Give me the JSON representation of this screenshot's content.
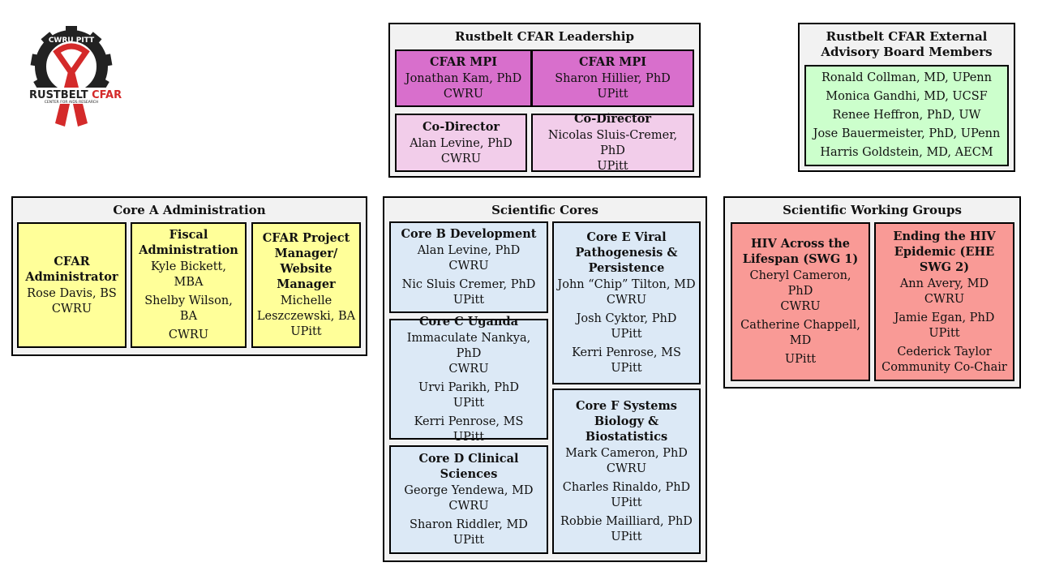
{
  "logo": {
    "text_top": "CWRU PITT",
    "text_main_a": "RUSTBELT",
    "text_main_b": "CFAR",
    "text_sub": "CENTER FOR AIDS RESEARCH"
  },
  "colors": {
    "mpi": "#d86fcc",
    "codirector": "#f2cdea",
    "advisory": "#ccffcc",
    "admin": "#ffff99",
    "cores": "#dce9f6",
    "swg": "#f99a96",
    "panel": "#f2f2f2"
  },
  "sections": {
    "leadership": {
      "title": "Rustbelt CFAR Leadership",
      "boxes": [
        {
          "title": "CFAR MPI",
          "groups": [
            [
              "Jonathan Kam, PhD",
              "CWRU"
            ]
          ]
        },
        {
          "title": "CFAR MPI",
          "groups": [
            [
              "Sharon Hillier, PhD",
              "UPitt"
            ]
          ]
        },
        {
          "title": "Co-Director",
          "groups": [
            [
              "Alan Levine, PhD",
              "CWRU"
            ]
          ]
        },
        {
          "title": "Co-Director",
          "groups": [
            [
              "Nicolas Sluis-Cremer, PhD",
              "UPitt"
            ]
          ]
        }
      ]
    },
    "advisory": {
      "title": "Rustbelt CFAR External Advisory Board Members",
      "boxes": [
        {
          "title": "",
          "groups": [
            [
              "Ronald Collman, MD, UPenn"
            ],
            [
              "Monica Gandhi, MD, UCSF"
            ],
            [
              "Renee Heffron, PhD, UW"
            ],
            [
              "Jose Bauermeister, PhD, UPenn"
            ],
            [
              "Harris Goldstein, MD, AECM"
            ]
          ]
        }
      ]
    },
    "core_a": {
      "title": "Core A Administration",
      "boxes": [
        {
          "title": "CFAR Administrator",
          "groups": [
            [
              "Rose Davis, BS",
              "CWRU"
            ]
          ]
        },
        {
          "title": "Fiscal Administration",
          "groups": [
            [
              "Kyle Bickett, MBA"
            ],
            [
              "Shelby Wilson, BA"
            ],
            [
              "CWRU"
            ]
          ]
        },
        {
          "title": "CFAR Project Manager/ Website Manager",
          "groups": [
            [
              "Michelle Leszczewski, BA",
              "UPitt"
            ]
          ]
        }
      ]
    },
    "scientific_cores": {
      "title": "Scientific Cores",
      "boxes": [
        {
          "title": "Core B Development",
          "groups": [
            [
              "Alan Levine, PhD",
              "CWRU"
            ],
            [
              "Nic Sluis Cremer, PhD",
              "UPitt"
            ]
          ]
        },
        {
          "title": "Core C Uganda",
          "groups": [
            [
              "Immaculate Nankya, PhD",
              "CWRU"
            ],
            [
              "Urvi Parikh, PhD",
              "UPitt"
            ],
            [
              "Kerri Penrose, MS",
              "UPitt"
            ]
          ]
        },
        {
          "title": "Core D Clinical Sciences",
          "groups": [
            [
              "George Yendewa, MD",
              "CWRU"
            ],
            [
              "Sharon Riddler, MD",
              "UPitt"
            ]
          ]
        },
        {
          "title": "Core E Viral Pathogenesis & Persistence",
          "groups": [
            [
              "John “Chip” Tilton, MD",
              "CWRU"
            ],
            [
              "Josh Cyktor, PhD",
              "UPitt"
            ],
            [
              "Kerri Penrose, MS",
              "UPitt"
            ]
          ]
        },
        {
          "title": "Core F Systems Biology & Biostatistics",
          "groups": [
            [
              "Mark Cameron, PhD",
              "CWRU"
            ],
            [
              "Charles Rinaldo, PhD",
              "UPitt"
            ],
            [
              "Robbie Mailliard, PhD",
              "UPitt"
            ]
          ]
        }
      ]
    },
    "working_groups": {
      "title": "Scientific Working Groups",
      "boxes": [
        {
          "title": "HIV Across the Lifespan (SWG 1)",
          "groups": [
            [
              "Cheryl Cameron, PhD",
              "CWRU"
            ],
            [
              "Catherine Chappell, MD"
            ],
            [
              "UPitt"
            ]
          ]
        },
        {
          "title": "Ending the HIV Epidemic (EHE SWG 2)",
          "groups": [
            [
              "Ann Avery, MD",
              "CWRU"
            ],
            [
              "Jamie Egan, PhD",
              "UPitt"
            ],
            [
              "Cederick Taylor",
              "Community Co-Chair"
            ]
          ]
        }
      ]
    }
  }
}
